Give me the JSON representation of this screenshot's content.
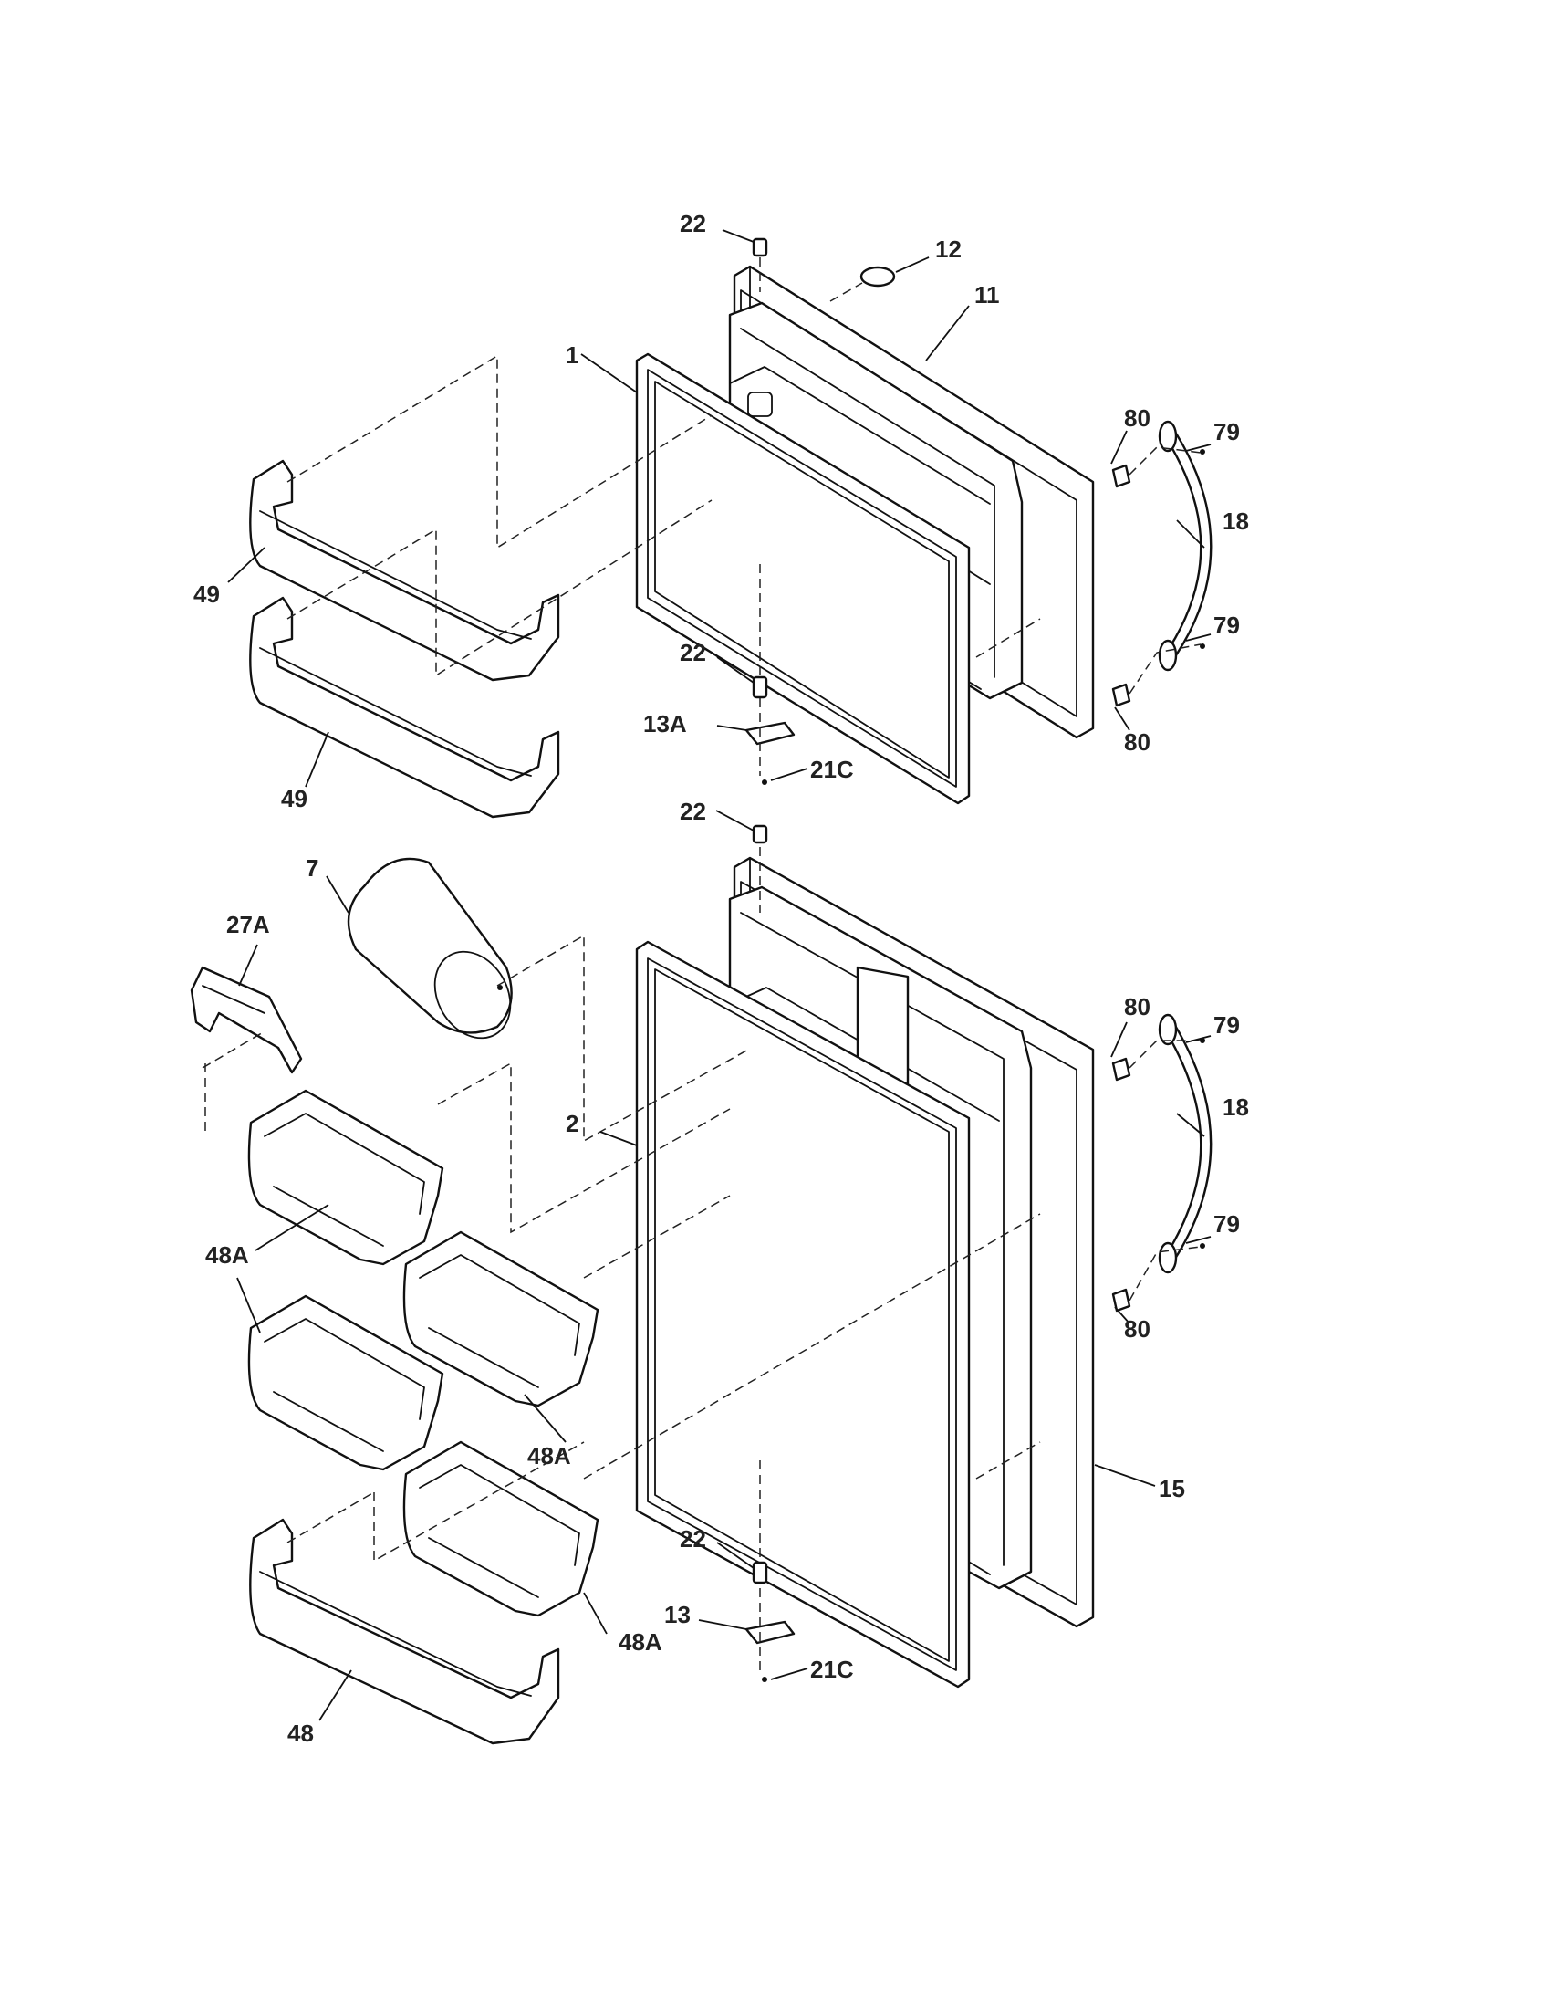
{
  "diagram": {
    "type": "exploded-parts-view",
    "parts": [
      "freezer-door",
      "fresh-food-door"
    ],
    "callouts": {
      "c1": "22",
      "c2": "12",
      "c3": "11",
      "c4": "1",
      "c5": "80",
      "c6": "79",
      "c7": "18",
      "c8": "79",
      "c9": "49",
      "c10": "22",
      "c11": "13A",
      "c12": "21C",
      "c13": "80",
      "c14": "49",
      "c15": "22",
      "c16": "7",
      "c17": "27A",
      "c18": "80",
      "c19": "79",
      "c20": "2",
      "c21": "18",
      "c22": "79",
      "c23": "48A",
      "c24": "80",
      "c25": "48A",
      "c26": "15",
      "c27": "22",
      "c28": "13",
      "c29": "48A",
      "c30": "21C",
      "c31": "48"
    }
  }
}
